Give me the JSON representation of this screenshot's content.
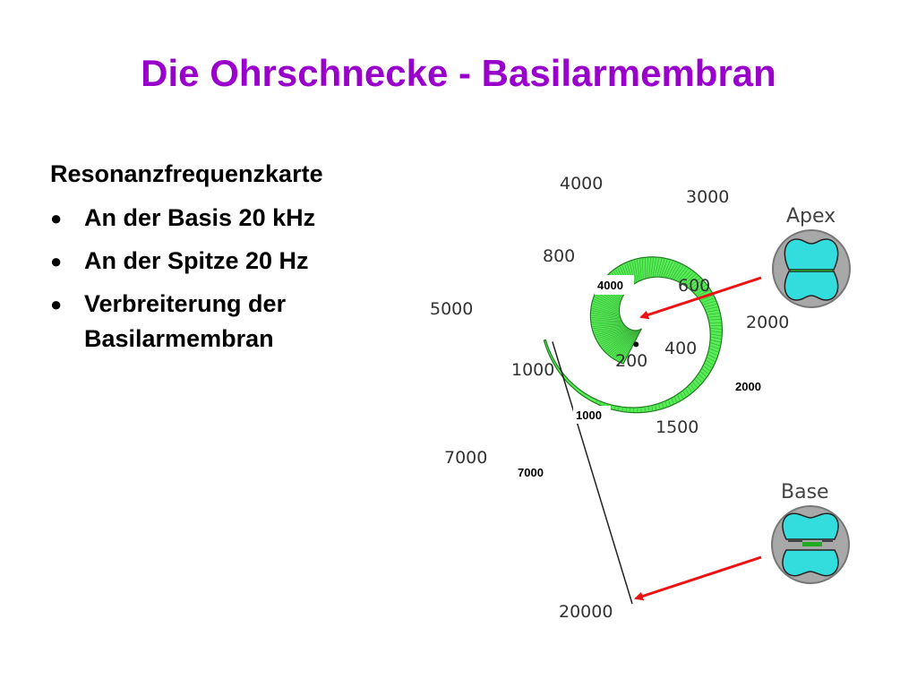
{
  "slide": {
    "title": "Die Ohrschnecke - Basilarmembran",
    "heading": "Resonanzfrequenzkarte",
    "bullets": [
      "An der Basis 20 kHz",
      "An der Spitze 20 Hz",
      "Verbreiterung der Basilarmembran"
    ]
  },
  "diagram": {
    "outer_labels": [
      "4000",
      "3000",
      "800",
      "600",
      "5000",
      "2000",
      "1000",
      "400",
      "200",
      "1500",
      "7000",
      "20000"
    ],
    "inner_labels": [
      "4000",
      "2000",
      "1000",
      "7000"
    ],
    "apex_label": "Apex",
    "base_label": "Base",
    "colors": {
      "membrane": "#55ee55",
      "membrane_edge": "#1f7a1f",
      "arrow": "#ee1111",
      "cross_section_ring": "#a8a8a8",
      "cross_section_fluid": "#33dddd"
    }
  }
}
